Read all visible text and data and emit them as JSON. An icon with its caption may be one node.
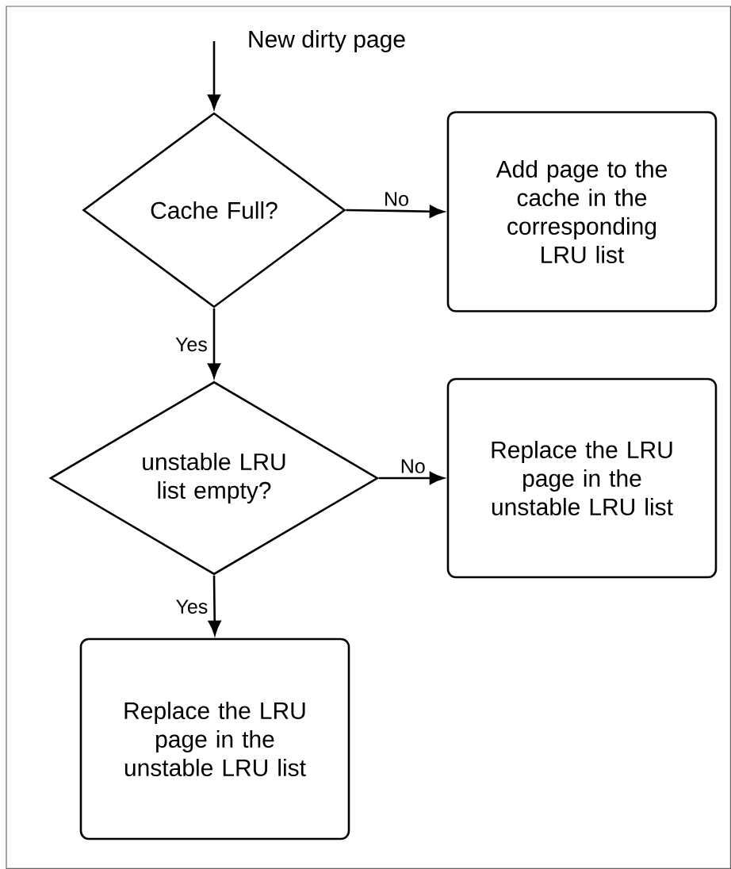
{
  "diagram": {
    "nodes": [
      {
        "text": [
          "New dirty page"
        ]
      },
      {
        "text": [
          "Cache Full?"
        ]
      },
      {
        "text": [
          "Add page to the cache in the corresponding LRU list"
        ]
      },
      {
        "text": [
          "unstable LRU list empty?"
        ]
      },
      {
        "text": [
          "Replace the LRU page in the unstable LRU list"
        ]
      },
      {
        "text": [
          "Replace the LRU page in the unstable LRU list"
        ]
      }
    ],
    "edges": [
      {
        "from": 0,
        "to": 1,
        "arrow": "to"
      },
      {
        "from": 1,
        "to": 2,
        "arrow": "to",
        "label": "No"
      },
      {
        "from": 1,
        "to": 3,
        "arrow": "to",
        "label": "Yes"
      },
      {
        "from": 3,
        "to": 4,
        "arrow": "to",
        "label": "No"
      },
      {
        "from": 3,
        "to": 5,
        "arrow": "to",
        "label": "Yes"
      }
    ]
  }
}
